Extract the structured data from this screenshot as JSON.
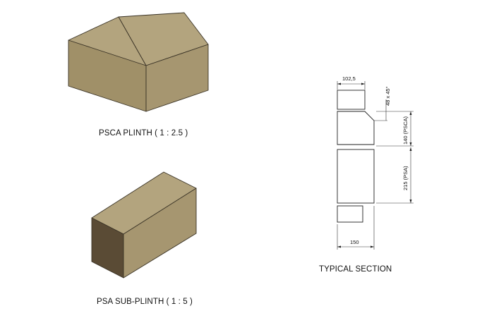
{
  "colors": {
    "top_face": "#b3a47e",
    "front_face": "#a09068",
    "side_face": "#a69670",
    "dark_face": "#5a4b35",
    "outline": "#3a3326"
  },
  "plinth": {
    "label": "PSCA PLINTH ( 1 : 2.5 )"
  },
  "sub_plinth": {
    "label": "PSA SUB-PLINTH ( 1 : 5 )"
  },
  "section": {
    "label": "TYPICAL SECTION",
    "dim_top_width": "102,5",
    "dim_chamfer": "48 x 45°",
    "dim_psca_height": "140 (PSCA)",
    "dim_psa_height": "215  (PSA)",
    "dim_bottom_width": "150"
  }
}
